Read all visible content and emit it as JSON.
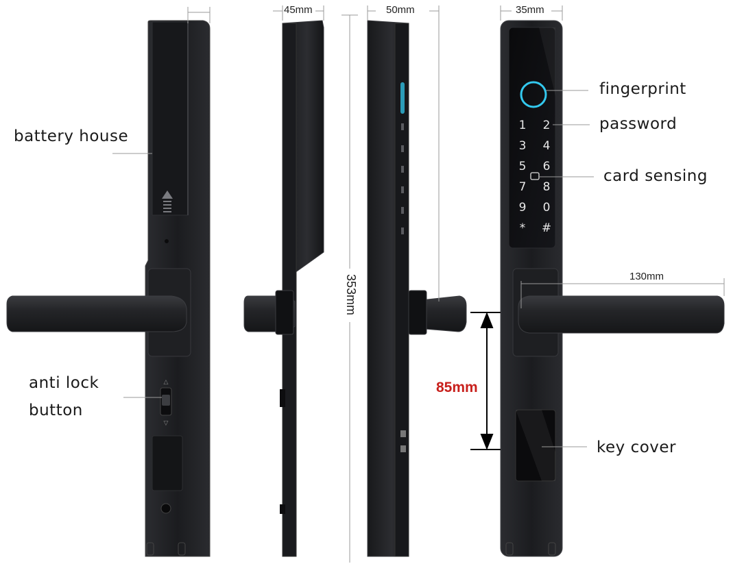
{
  "labels": {
    "battery_house": "battery house",
    "anti_lock_line1": "anti lock",
    "anti_lock_line2": "button",
    "fingerprint": "fingerprint",
    "password": "password",
    "card_sensing": "card sensing",
    "key_cover": "key cover"
  },
  "dimensions": {
    "d45": "45mm",
    "d50": "50mm",
    "d35": "35mm",
    "d353": "353mm",
    "d130": "130mm",
    "d85": "85mm"
  },
  "keypad": [
    "1",
    "2",
    "3",
    "4",
    "5",
    "6",
    "7",
    "8",
    "9",
    "0",
    "*",
    "#"
  ],
  "colors": {
    "body": "#1d1e21",
    "body_edge": "#3a3b3f",
    "handle": "#26272a",
    "accent_blue": "#33c8ee",
    "dim_red": "#c8201c",
    "line": "#9a9a9a"
  }
}
